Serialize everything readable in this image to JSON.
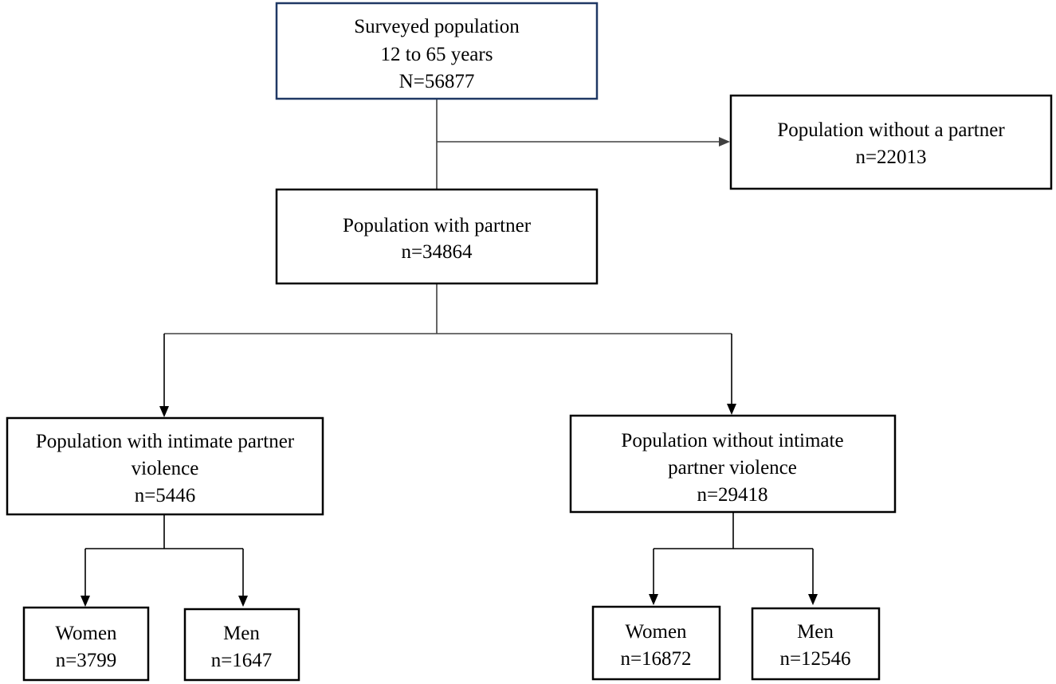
{
  "nodes": {
    "surveyed": {
      "lines": [
        "Surveyed population",
        "12 to 65 years",
        "N=56877"
      ]
    },
    "without_partner": {
      "lines": [
        "Population without a partner",
        "n=22013"
      ]
    },
    "with_partner": {
      "lines": [
        "Population with partner",
        "n=34864"
      ]
    },
    "with_ipv": {
      "lines": [
        "Population with intimate partner",
        "violence",
        "n=5446"
      ]
    },
    "without_ipv": {
      "lines": [
        "Population without intimate",
        "partner violence",
        "n=29418"
      ]
    },
    "ipv_women": {
      "lines": [
        "Women",
        "n=3799"
      ]
    },
    "ipv_men": {
      "lines": [
        "Men",
        "n=1647"
      ]
    },
    "no_ipv_women": {
      "lines": [
        "Women",
        "n=16872"
      ]
    },
    "no_ipv_men": {
      "lines": [
        "Men",
        "n=12546"
      ]
    }
  }
}
